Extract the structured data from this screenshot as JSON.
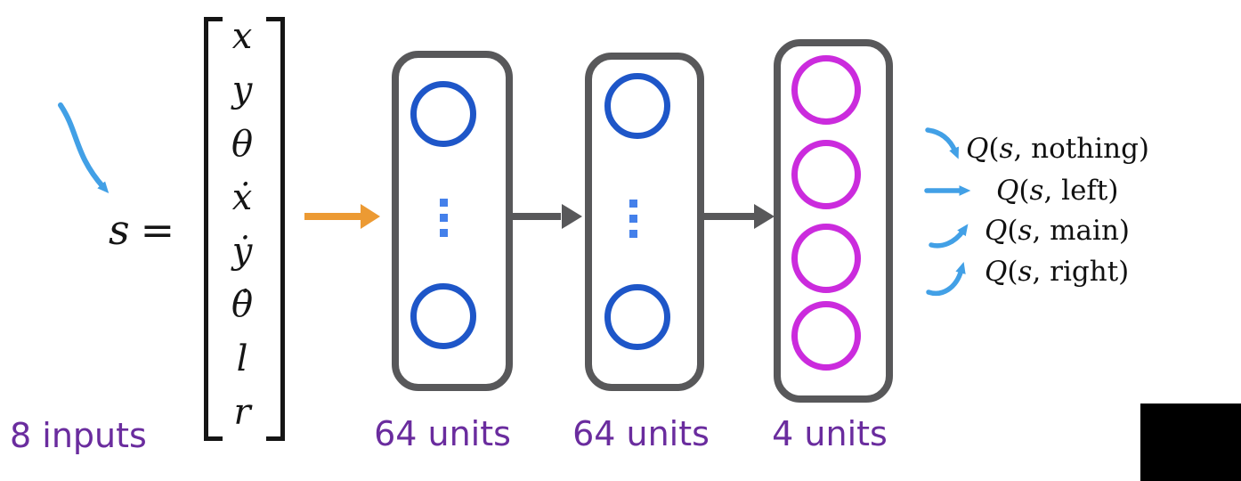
{
  "equation": {
    "symbol": "s",
    "equals": "=",
    "vector": [
      "x",
      "y",
      "θ",
      "ẋ",
      "ẏ",
      "θ̇",
      "l",
      "r"
    ],
    "inputs_label": "8 inputs"
  },
  "network": {
    "layers": [
      {
        "id": "hidden-1",
        "units_label": "64 units"
      },
      {
        "id": "hidden-2",
        "units_label": "64 units"
      },
      {
        "id": "output",
        "units_label": "4 units"
      }
    ]
  },
  "outputs": {
    "items": [
      {
        "q": "Q",
        "open": "(",
        "s": "s",
        "rest": ", nothing)"
      },
      {
        "q": "Q",
        "open": "(",
        "s": "s",
        "rest": ", left)"
      },
      {
        "q": "Q",
        "open": "(",
        "s": "s",
        "rest": ", main)"
      },
      {
        "q": "Q",
        "open": "(",
        "s": "s",
        "rest": ", right)"
      }
    ]
  },
  "colors": {
    "hidden_neuron": "#1e56c8",
    "output_neuron": "#cb2bdd",
    "input_arrow": "#ec9a33",
    "layer_arrow": "#58585a",
    "annotation_arrow": "#42a0e6",
    "label_text": "#6a2c9e",
    "ellipsis_dots": "#4480ea",
    "math_text": "#151515"
  }
}
